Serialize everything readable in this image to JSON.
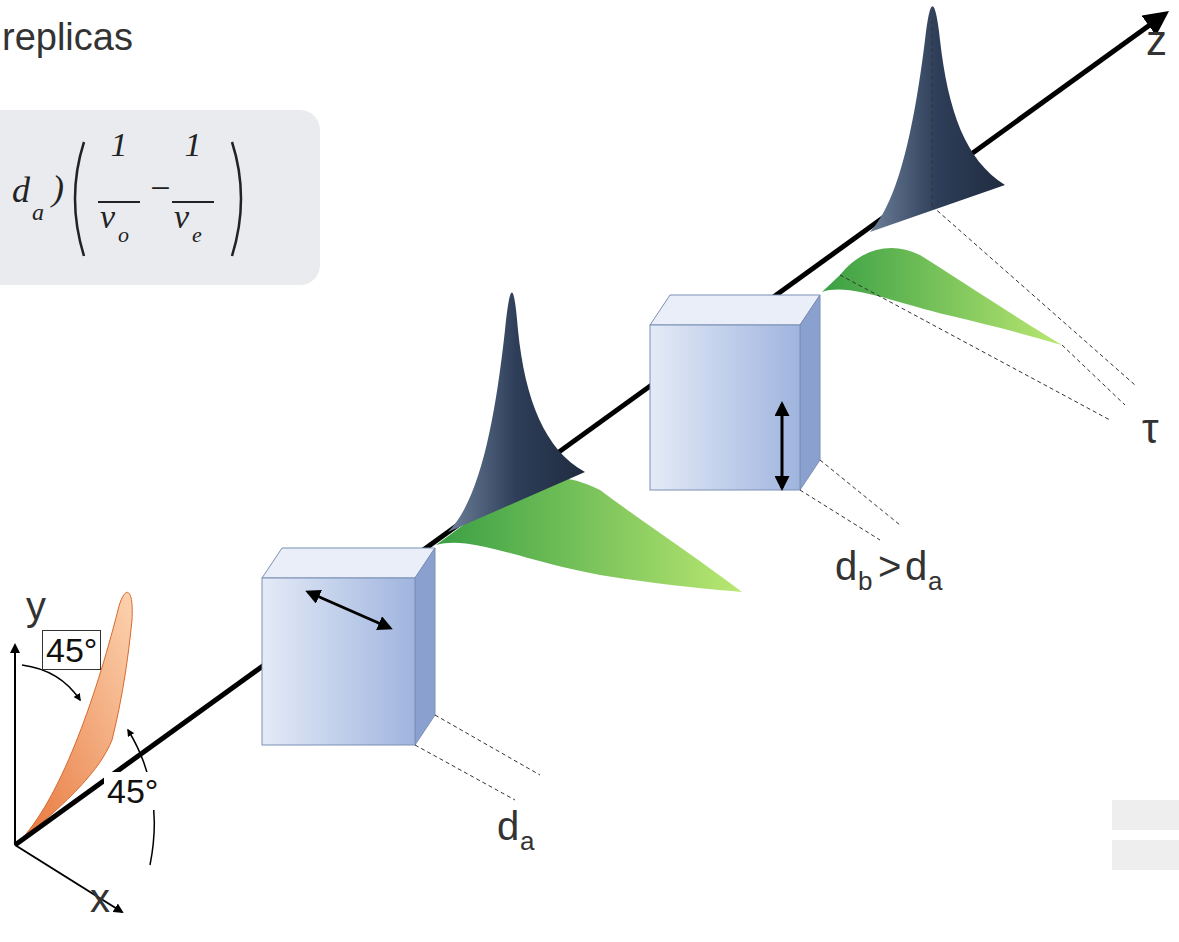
{
  "diagram": {
    "title": "replicas",
    "nodes": [
      {
        "text": [
          "d",
          "a",
          ")",
          "1",
          "v",
          "o",
          "−",
          "1",
          "v",
          "e"
        ]
      }
    ],
    "labels": [
      "z",
      "τ",
      "d",
      "b",
      ">",
      "d",
      "a",
      "d",
      "a",
      "y",
      "x",
      "45°",
      "45°"
    ]
  }
}
